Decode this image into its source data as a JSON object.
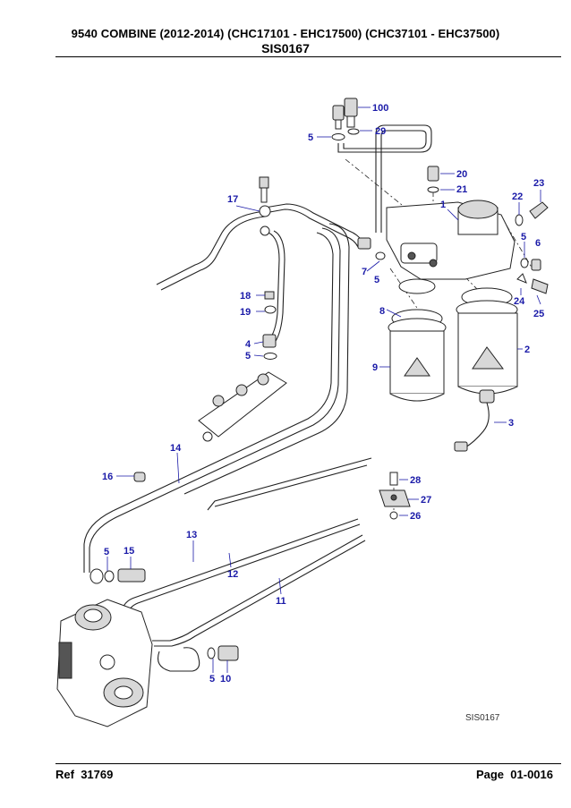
{
  "header": {
    "title": "9540 COMBINE (2012-2014) (CHC17101 - EHC17500) (CHC37101 - EHC37500)",
    "code": "SIS0167"
  },
  "figure": {
    "code": "SIS0167",
    "callouts": [
      {
        "id": "c100",
        "label": "100"
      },
      {
        "id": "c29",
        "label": "29"
      },
      {
        "id": "c5a",
        "label": "5"
      },
      {
        "id": "c20",
        "label": "20"
      },
      {
        "id": "c21",
        "label": "21"
      },
      {
        "id": "c23",
        "label": "23"
      },
      {
        "id": "c22",
        "label": "22"
      },
      {
        "id": "c1",
        "label": "1"
      },
      {
        "id": "c17",
        "label": "17"
      },
      {
        "id": "c5b",
        "label": "5"
      },
      {
        "id": "c6",
        "label": "6"
      },
      {
        "id": "c7",
        "label": "7"
      },
      {
        "id": "c5c",
        "label": "5"
      },
      {
        "id": "c24",
        "label": "24"
      },
      {
        "id": "c25",
        "label": "25"
      },
      {
        "id": "c18",
        "label": "18"
      },
      {
        "id": "c19",
        "label": "19"
      },
      {
        "id": "c8",
        "label": "8"
      },
      {
        "id": "c2",
        "label": "2"
      },
      {
        "id": "c4",
        "label": "4"
      },
      {
        "id": "c5d",
        "label": "5"
      },
      {
        "id": "c9",
        "label": "9"
      },
      {
        "id": "c3",
        "label": "3"
      },
      {
        "id": "c14",
        "label": "14"
      },
      {
        "id": "c16",
        "label": "16"
      },
      {
        "id": "c28",
        "label": "28"
      },
      {
        "id": "c27",
        "label": "27"
      },
      {
        "id": "c26",
        "label": "26"
      },
      {
        "id": "c13",
        "label": "13"
      },
      {
        "id": "c5e",
        "label": "5"
      },
      {
        "id": "c15",
        "label": "15"
      },
      {
        "id": "c12",
        "label": "12"
      },
      {
        "id": "c11",
        "label": "11"
      },
      {
        "id": "c5f",
        "label": "5"
      },
      {
        "id": "c10",
        "label": "10"
      }
    ]
  },
  "footer": {
    "ref_label": "Ref",
    "ref_value": "31769",
    "page_label": "Page",
    "page_value": "01-0016"
  },
  "colors": {
    "callout": "#1a1aa8",
    "line": "#222222"
  }
}
